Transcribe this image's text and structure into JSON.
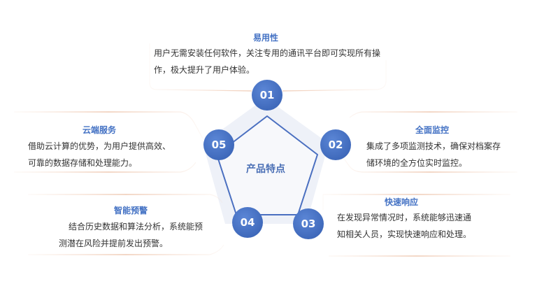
{
  "diagram": {
    "center_label": "产品特点",
    "accent_color": "#4472c4",
    "items": [
      {
        "number": "01",
        "title": "易用性",
        "text": "用户无需安装任何软件，关注专用的通讯平台即可实现所有操作，极大提升了用户体验。"
      },
      {
        "number": "02",
        "title": "全面监控",
        "text": "集成了多项监测技术，确保对档案存储环境的全方位实时监控。"
      },
      {
        "number": "03",
        "title": "快速响应",
        "text": "在发现异常情况时，系统能够迅速通知相关人员，实现快速响应和处理。"
      },
      {
        "number": "04",
        "title": "智能预警",
        "text": "结合历史数据和算法分析，系统能预测潜在风险并提前发出预警。"
      },
      {
        "number": "05",
        "title": "云端服务",
        "text": "借助云计算的优势，为用户提供高效、可靠的数据存储和处理能力。"
      }
    ]
  }
}
